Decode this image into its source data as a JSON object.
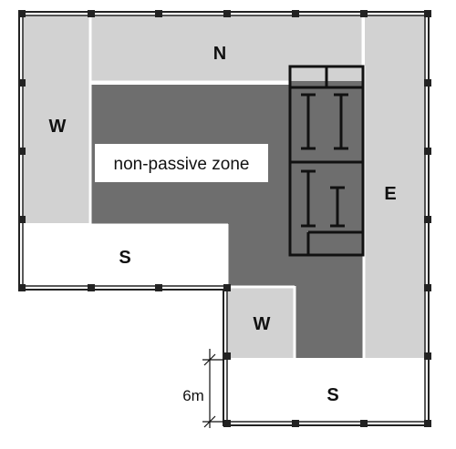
{
  "labels": {
    "north": "N",
    "west_upper": "W",
    "south_left": "S",
    "east": "E",
    "west_lower": "W",
    "south_lower": "S",
    "non_passive": "non-passive zone",
    "dimension": "6m"
  },
  "colors": {
    "perimeter_zone": "#d2d2d2",
    "non_passive_zone": "#6e6e6e",
    "open_zone": "#ffffff",
    "wall": "#222222",
    "core_lines": "#111111"
  }
}
